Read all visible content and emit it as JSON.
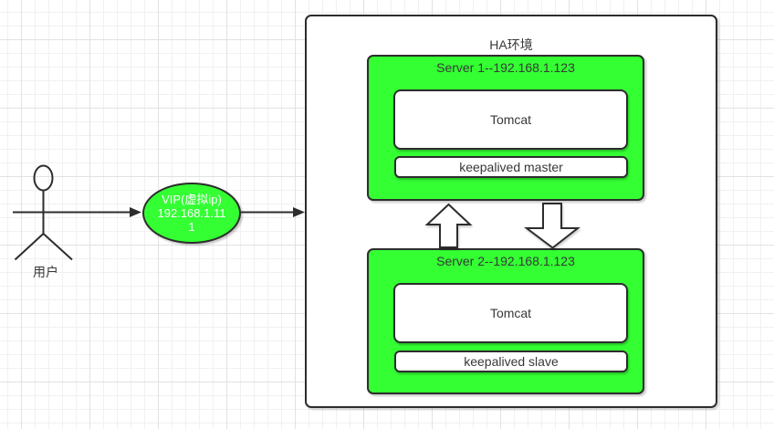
{
  "diagram": {
    "actor": {
      "label": "用户"
    },
    "vip": {
      "lines": [
        "VIP(虚拟ip)",
        "192.168.1.11",
        "1"
      ],
      "full_value": "VIP(虚拟ip) 192.168.1.111"
    },
    "ha": {
      "title": "HA环境"
    },
    "servers": [
      {
        "title": "Server 1--192.168.1.123",
        "app_label": "Tomcat",
        "keepalived_label": "keepalived master"
      },
      {
        "title": "Server 2--192.168.1.123",
        "app_label": "Tomcat",
        "keepalived_label": "keepalived slave"
      }
    ],
    "icons": {
      "actor_icon": "stick-figure-actor",
      "flow_up_icon": "up-block-arrow",
      "flow_down_icon": "down-block-arrow",
      "connector_icon": "right-arrow-connector"
    }
  },
  "colors": {
    "accent_green": "#33ff33",
    "stroke_dark": "#2d2d2d",
    "text_dark": "#383838",
    "vip_text": "#ffffff"
  }
}
